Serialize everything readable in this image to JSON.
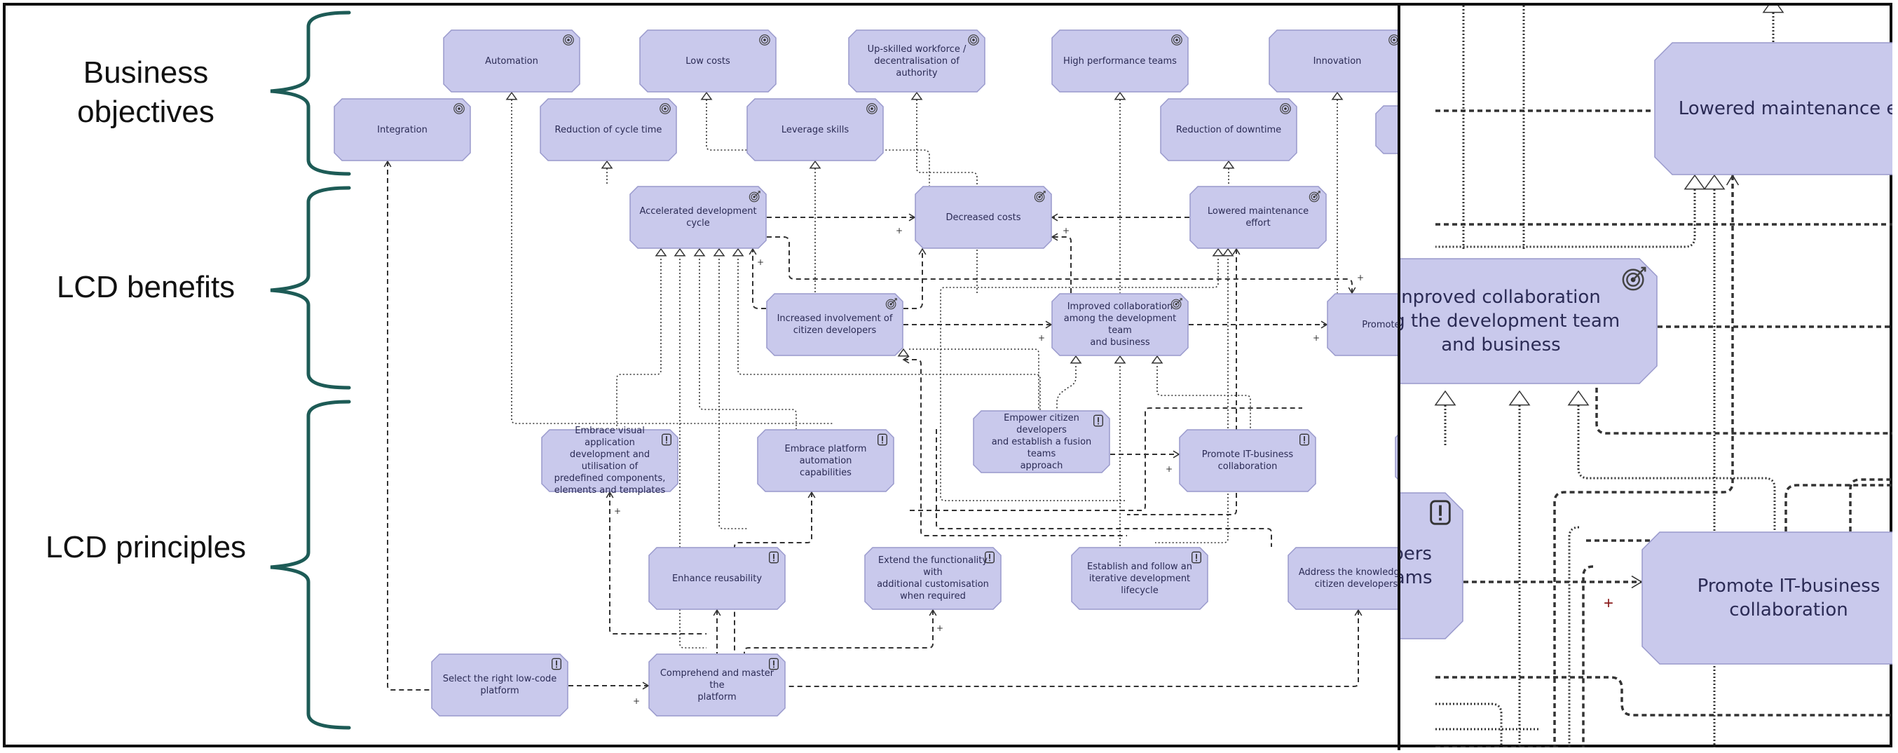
{
  "layers": {
    "business_objectives": "Business\nobjectives",
    "lcd_benefits": "LCD benefits",
    "lcd_principles": "LCD\nprinciples"
  },
  "colors": {
    "node_fill": "#c9c9ec",
    "node_border": "#9999cc",
    "node_text": "#2b2b55",
    "brace": "#1d5b56",
    "wire": "#333333"
  },
  "objectives": [
    {
      "id": "automation",
      "label": "Automation",
      "icon": "goal-icon"
    },
    {
      "id": "low-costs",
      "label": "Low costs",
      "icon": "goal-icon"
    },
    {
      "id": "upskilled",
      "label": "Up-skilled workforce /\ndecentralisation of authority",
      "icon": "goal-icon"
    },
    {
      "id": "high-performance",
      "label": "High performance teams",
      "icon": "goal-icon"
    },
    {
      "id": "innovation",
      "label": "Innovation",
      "icon": "goal-icon"
    },
    {
      "id": "integration",
      "label": "Integration",
      "icon": "goal-icon"
    },
    {
      "id": "reduction-cycle",
      "label": "Reduction of cycle time",
      "icon": "goal-icon"
    },
    {
      "id": "leverage-skills",
      "label": "Leverage skills",
      "icon": "goal-icon"
    },
    {
      "id": "reduction-downtime",
      "label": "Reduction of downtime",
      "icon": "goal-icon"
    },
    {
      "id": "objective-partial",
      "label": "",
      "icon": ""
    }
  ],
  "benefits": [
    {
      "id": "accelerated",
      "label": "Accelerated development\ncycle",
      "icon": "outcome-icon"
    },
    {
      "id": "decreased-costs",
      "label": "Decreased costs",
      "icon": "outcome-icon"
    },
    {
      "id": "lowered-maintenance",
      "label": "Lowered maintenance effort",
      "icon": "outcome-icon"
    },
    {
      "id": "increased-involvement",
      "label": "Increased involvement of\ncitizen developers",
      "icon": "outcome-icon"
    },
    {
      "id": "improved-collaboration",
      "label": "Improved collaboration\namong the development team\nand business",
      "icon": "outcome-icon"
    },
    {
      "id": "promoted-digit",
      "label": "Promoted digit",
      "icon": ""
    }
  ],
  "principles": [
    {
      "id": "embrace-visual",
      "label": "Embrace visual application\ndevelopment and utilisation of\npredefined components,\nelements and templates",
      "icon": "principle-icon"
    },
    {
      "id": "embrace-platform",
      "label": "Embrace platform automation\ncapabilities",
      "icon": "principle-icon"
    },
    {
      "id": "empower-citizen",
      "label": "Empower citizen developers\nand establish a fusion teams\napproach",
      "icon": "principle-icon"
    },
    {
      "id": "promote-it-business",
      "label": "Promote IT-business\ncollaboration",
      "icon": "principle-icon"
    },
    {
      "id": "principle-partial",
      "label": "",
      "icon": ""
    },
    {
      "id": "enhance-reusability",
      "label": "Enhance reusability",
      "icon": "principle-icon"
    },
    {
      "id": "extend-functionality",
      "label": "Extend the functionality with\nadditional customisation\nwhen required",
      "icon": "principle-icon"
    },
    {
      "id": "establish-iterative",
      "label": "Establish and follow an\niterative development lifecycle",
      "icon": "principle-icon"
    },
    {
      "id": "address-knowledge",
      "label": "Address the knowledge g\ncitizen developers",
      "icon": ""
    },
    {
      "id": "select-platform",
      "label": "Select the right low-code\nplatform",
      "icon": "principle-icon"
    },
    {
      "id": "comprehend-master",
      "label": "Comprehend and master the\nplatform",
      "icon": "principle-icon"
    }
  ],
  "inset": {
    "nodes": [
      {
        "id": "inset-lowered-maintenance",
        "label": "Lowered maintenance eff",
        "icon": ""
      },
      {
        "id": "inset-improved-collaboration",
        "label": "nproved collaboration\nng the development team\nand business",
        "icon": "outcome-icon"
      },
      {
        "id": "inset-empower",
        "label": "lopers\nteams",
        "icon": "principle-icon"
      },
      {
        "id": "inset-promote-it-business",
        "label": "Promote IT-business\ncollaboration",
        "icon": "principle-icon"
      }
    ],
    "influence_marker": "+"
  },
  "relation_marker": "+"
}
